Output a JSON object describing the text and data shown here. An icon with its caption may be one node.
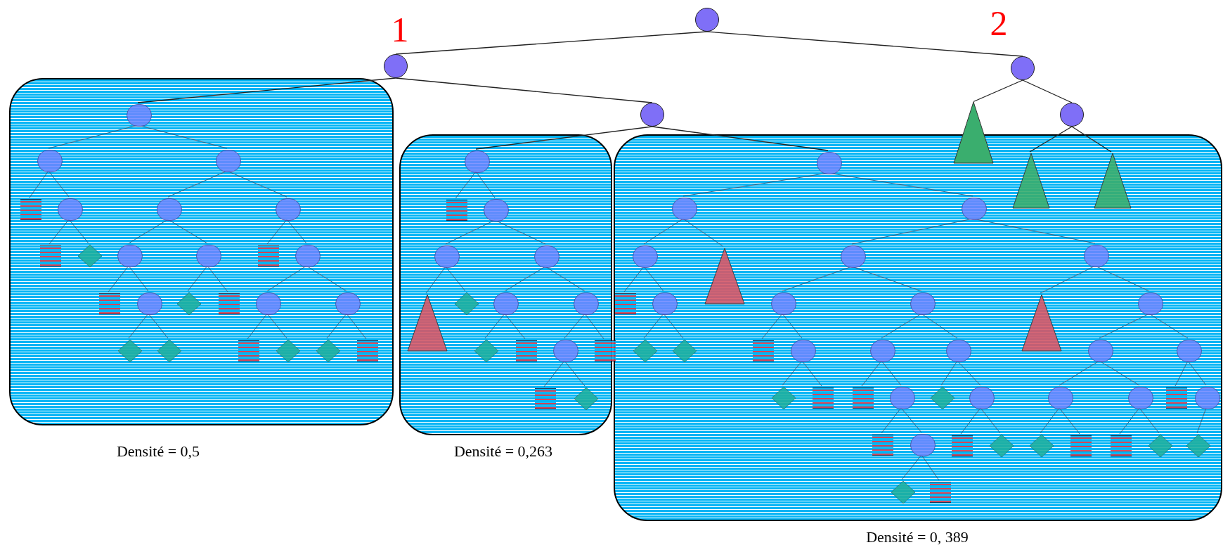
{
  "diagram": {
    "nodes": [
      {
        "text": [],
        "shape": "circle"
      },
      {
        "text": [],
        "shape": "circle"
      },
      {
        "text": [],
        "shape": "circle"
      },
      {
        "text": [],
        "shape": "box",
        "beside": [
          "Densité = 0,5"
        ]
      },
      {
        "text": [],
        "shape": "circle",
        "in": 3
      },
      {
        "text": [],
        "shape": "circle",
        "in": 3
      },
      {
        "text": [],
        "shape": "circle",
        "in": 3
      },
      {
        "text": [],
        "shape": "box",
        "in": 3
      },
      {
        "text": [],
        "shape": "circle",
        "in": 3
      },
      {
        "text": [],
        "shape": "circle",
        "in": 3
      },
      {
        "text": [],
        "shape": "circle",
        "in": 3
      },
      {
        "text": [],
        "shape": "box",
        "in": 3
      },
      {
        "text": [],
        "shape": "diamond",
        "in": 3
      },
      {
        "text": [],
        "shape": "circle",
        "in": 3
      },
      {
        "text": [],
        "shape": "circle",
        "in": 3
      },
      {
        "text": [],
        "shape": "box",
        "in": 3
      },
      {
        "text": [],
        "shape": "circle",
        "in": 3
      },
      {
        "text": [],
        "shape": "box",
        "in": 3
      },
      {
        "text": [],
        "shape": "circle",
        "in": 3
      },
      {
        "text": [],
        "shape": "diamond",
        "in": 3
      },
      {
        "text": [],
        "shape": "box",
        "in": 3
      },
      {
        "text": [],
        "shape": "circle",
        "in": 3
      },
      {
        "text": [],
        "shape": "circle",
        "in": 3
      },
      {
        "text": [],
        "shape": "diamond",
        "in": 3
      },
      {
        "text": [],
        "shape": "diamond",
        "in": 3
      },
      {
        "text": [],
        "shape": "box",
        "in": 3
      },
      {
        "text": [],
        "shape": "diamond",
        "in": 3
      },
      {
        "text": [],
        "shape": "diamond",
        "in": 3
      },
      {
        "text": [],
        "shape": "box",
        "in": 3
      },
      {
        "text": [],
        "shape": "circle"
      },
      {
        "text": [],
        "shape": "box",
        "beside": [
          "Densité = 0,263"
        ]
      },
      {
        "text": [],
        "shape": "circle",
        "in": 30
      },
      {
        "text": [],
        "shape": "box",
        "in": 30
      },
      {
        "text": [],
        "shape": "circle",
        "in": 30
      },
      {
        "text": [],
        "shape": "circle",
        "in": 30
      },
      {
        "text": [],
        "shape": "circle",
        "in": 30
      },
      {
        "text": [],
        "shape": "triangle",
        "in": 30
      },
      {
        "text": [],
        "shape": "diamond",
        "in": 30
      },
      {
        "text": [],
        "shape": "circle",
        "in": 30
      },
      {
        "text": [],
        "shape": "circle",
        "in": 30
      },
      {
        "text": [],
        "shape": "diamond",
        "in": 30
      },
      {
        "text": [],
        "shape": "box",
        "in": 30
      },
      {
        "text": [],
        "shape": "circle",
        "in": 30
      },
      {
        "text": [],
        "shape": "box",
        "in": 30
      },
      {
        "text": [],
        "shape": "box",
        "in": 30
      },
      {
        "text": [],
        "shape": "diamond",
        "in": 30
      },
      {
        "text": [],
        "shape": "box",
        "beside": [
          "Densité = 0, 389"
        ]
      },
      {
        "text": [],
        "shape": "circle",
        "in": 46
      },
      {
        "text": [],
        "shape": "circle",
        "in": 46
      },
      {
        "text": [],
        "shape": "circle",
        "in": 46
      },
      {
        "text": [],
        "shape": "circle",
        "in": 46
      },
      {
        "text": [],
        "shape": "triangle",
        "in": 46
      },
      {
        "text": [],
        "shape": "circle",
        "in": 46
      },
      {
        "text": [],
        "shape": "circle",
        "in": 46
      },
      {
        "text": [],
        "shape": "box",
        "in": 46
      },
      {
        "text": [],
        "shape": "circle",
        "in": 46
      },
      {
        "text": [],
        "shape": "circle",
        "in": 46
      },
      {
        "text": [],
        "shape": "circle",
        "in": 46
      },
      {
        "text": [],
        "shape": "triangle",
        "in": 46
      },
      {
        "text": [],
        "shape": "circle",
        "in": 46
      },
      {
        "text": [],
        "shape": "diamond",
        "in": 46
      },
      {
        "text": [],
        "shape": "diamond",
        "in": 46
      },
      {
        "text": [],
        "shape": "box",
        "in": 46
      },
      {
        "text": [],
        "shape": "circle",
        "in": 46
      },
      {
        "text": [],
        "shape": "circle",
        "in": 46
      },
      {
        "text": [],
        "shape": "circle",
        "in": 46
      },
      {
        "text": [],
        "shape": "circle",
        "in": 46
      },
      {
        "text": [],
        "shape": "circle",
        "in": 46
      },
      {
        "text": [],
        "shape": "diamond",
        "in": 46
      },
      {
        "text": [],
        "shape": "box",
        "in": 46
      },
      {
        "text": [],
        "shape": "box",
        "in": 46
      },
      {
        "text": [],
        "shape": "circle",
        "in": 46
      },
      {
        "text": [],
        "shape": "diamond",
        "in": 46
      },
      {
        "text": [],
        "shape": "circle",
        "in": 46
      },
      {
        "text": [],
        "shape": "circle",
        "in": 46
      },
      {
        "text": [],
        "shape": "circle",
        "in": 46
      },
      {
        "text": [],
        "shape": "box",
        "in": 46
      },
      {
        "text": [],
        "shape": "circle",
        "in": 46
      },
      {
        "text": [],
        "shape": "box",
        "in": 46
      },
      {
        "text": [],
        "shape": "circle",
        "in": 46
      },
      {
        "text": [],
        "shape": "box",
        "in": 46
      },
      {
        "text": [],
        "shape": "diamond",
        "in": 46
      },
      {
        "text": [],
        "shape": "diamond",
        "in": 46
      },
      {
        "text": [],
        "shape": "box",
        "in": 46
      },
      {
        "text": [],
        "shape": "box",
        "in": 46
      },
      {
        "text": [],
        "shape": "diamond",
        "in": 46
      },
      {
        "text": [],
        "shape": "diamond",
        "in": 46
      },
      {
        "text": [],
        "shape": "diamond",
        "in": 46
      },
      {
        "text": [],
        "shape": "box",
        "in": 46
      },
      {
        "text": [],
        "shape": "triangle"
      },
      {
        "text": [],
        "shape": "circle"
      },
      {
        "text": [],
        "shape": "triangle",
        "in": 46
      },
      {
        "text": [],
        "shape": "triangle",
        "in": 46
      }
    ],
    "edges": [
      {
        "from": 0,
        "to": 1,
        "arrow": "none"
      },
      {
        "from": 0,
        "to": 2,
        "arrow": "none"
      },
      {
        "from": 1,
        "to": 4,
        "arrow": "none"
      },
      {
        "from": 1,
        "to": 29,
        "arrow": "none"
      },
      {
        "from": 4,
        "to": 5,
        "arrow": "none"
      },
      {
        "from": 4,
        "to": 6,
        "arrow": "none"
      },
      {
        "from": 5,
        "to": 7,
        "arrow": "none"
      },
      {
        "from": 5,
        "to": 8,
        "arrow": "none"
      },
      {
        "from": 6,
        "to": 9,
        "arrow": "none"
      },
      {
        "from": 6,
        "to": 10,
        "arrow": "none"
      },
      {
        "from": 8,
        "to": 11,
        "arrow": "none"
      },
      {
        "from": 8,
        "to": 12,
        "arrow": "none"
      },
      {
        "from": 9,
        "to": 13,
        "arrow": "none"
      },
      {
        "from": 9,
        "to": 14,
        "arrow": "none"
      },
      {
        "from": 10,
        "to": 15,
        "arrow": "none"
      },
      {
        "from": 10,
        "to": 16,
        "arrow": "none"
      },
      {
        "from": 13,
        "to": 17,
        "arrow": "none"
      },
      {
        "from": 13,
        "to": 18,
        "arrow": "none"
      },
      {
        "from": 14,
        "to": 19,
        "arrow": "none"
      },
      {
        "from": 14,
        "to": 20,
        "arrow": "none"
      },
      {
        "from": 16,
        "to": 21,
        "arrow": "none"
      },
      {
        "from": 16,
        "to": 22,
        "arrow": "none"
      },
      {
        "from": 18,
        "to": 23,
        "arrow": "none"
      },
      {
        "from": 18,
        "to": 24,
        "arrow": "none"
      },
      {
        "from": 21,
        "to": 25,
        "arrow": "none"
      },
      {
        "from": 21,
        "to": 26,
        "arrow": "none"
      },
      {
        "from": 22,
        "to": 27,
        "arrow": "none"
      },
      {
        "from": 22,
        "to": 28,
        "arrow": "none"
      },
      {
        "from": 29,
        "to": 31,
        "arrow": "none"
      },
      {
        "from": 29,
        "to": 47,
        "arrow": "none"
      },
      {
        "from": 31,
        "to": 32,
        "arrow": "none"
      },
      {
        "from": 31,
        "to": 33,
        "arrow": "none"
      },
      {
        "from": 33,
        "to": 34,
        "arrow": "none"
      },
      {
        "from": 33,
        "to": 35,
        "arrow": "none"
      },
      {
        "from": 34,
        "to": 36,
        "arrow": "none"
      },
      {
        "from": 34,
        "to": 37,
        "arrow": "none"
      },
      {
        "from": 35,
        "to": 38,
        "arrow": "none"
      },
      {
        "from": 35,
        "to": 39,
        "arrow": "none"
      },
      {
        "from": 38,
        "to": 40,
        "arrow": "none"
      },
      {
        "from": 38,
        "to": 41,
        "arrow": "none"
      },
      {
        "from": 39,
        "to": 42,
        "arrow": "none"
      },
      {
        "from": 39,
        "to": 43,
        "arrow": "none"
      },
      {
        "from": 42,
        "to": 44,
        "arrow": "none"
      },
      {
        "from": 42,
        "to": 45,
        "arrow": "none"
      },
      {
        "from": 47,
        "to": 48,
        "arrow": "none"
      },
      {
        "from": 47,
        "to": 49,
        "arrow": "none"
      },
      {
        "from": 48,
        "to": 50,
        "arrow": "none"
      },
      {
        "from": 48,
        "to": 51,
        "arrow": "none"
      },
      {
        "from": 49,
        "to": 52,
        "arrow": "none"
      },
      {
        "from": 49,
        "to": 53,
        "arrow": "none"
      },
      {
        "from": 50,
        "to": 54,
        "arrow": "none"
      },
      {
        "from": 50,
        "to": 55,
        "arrow": "none"
      },
      {
        "from": 55,
        "to": 60,
        "arrow": "none"
      },
      {
        "from": 55,
        "to": 61,
        "arrow": "none"
      },
      {
        "from": 52,
        "to": 56,
        "arrow": "none"
      },
      {
        "from": 52,
        "to": 57,
        "arrow": "none"
      },
      {
        "from": 53,
        "to": 58,
        "arrow": "none"
      },
      {
        "from": 53,
        "to": 59,
        "arrow": "none"
      },
      {
        "from": 56,
        "to": 62,
        "arrow": "none"
      },
      {
        "from": 56,
        "to": 63,
        "arrow": "none"
      },
      {
        "from": 57,
        "to": 64,
        "arrow": "none"
      },
      {
        "from": 57,
        "to": 65,
        "arrow": "none"
      },
      {
        "from": 59,
        "to": 66,
        "arrow": "none"
      },
      {
        "from": 59,
        "to": 67,
        "arrow": "none"
      },
      {
        "from": 63,
        "to": 68,
        "arrow": "none"
      },
      {
        "from": 63,
        "to": 69,
        "arrow": "none"
      },
      {
        "from": 64,
        "to": 70,
        "arrow": "none"
      },
      {
        "from": 64,
        "to": 71,
        "arrow": "none"
      },
      {
        "from": 65,
        "to": 72,
        "arrow": "none"
      },
      {
        "from": 65,
        "to": 73,
        "arrow": "none"
      },
      {
        "from": 66,
        "to": 74,
        "arrow": "none"
      },
      {
        "from": 66,
        "to": 75,
        "arrow": "none"
      },
      {
        "from": 67,
        "to": 76,
        "arrow": "none"
      },
      {
        "from": 67,
        "to": 77,
        "arrow": "none"
      },
      {
        "from": 71,
        "to": 78,
        "arrow": "none"
      },
      {
        "from": 71,
        "to": 79,
        "arrow": "none"
      },
      {
        "from": 73,
        "to": 80,
        "arrow": "none"
      },
      {
        "from": 73,
        "to": 81,
        "arrow": "none"
      },
      {
        "from": 74,
        "to": 82,
        "arrow": "none"
      },
      {
        "from": 74,
        "to": 83,
        "arrow": "none"
      },
      {
        "from": 75,
        "to": 84,
        "arrow": "none"
      },
      {
        "from": 75,
        "to": 85,
        "arrow": "none"
      },
      {
        "from": 77,
        "to": 86,
        "arrow": "none"
      },
      {
        "from": 79,
        "to": 87,
        "arrow": "none"
      },
      {
        "from": 79,
        "to": 88,
        "arrow": "none"
      },
      {
        "from": 2,
        "to": 89,
        "arrow": "none"
      },
      {
        "from": 2,
        "to": 90,
        "arrow": "none"
      },
      {
        "from": 90,
        "to": 91,
        "arrow": "none"
      },
      {
        "from": 90,
        "to": 92,
        "arrow": "none"
      }
    ],
    "labels": [
      "1",
      "2"
    ]
  }
}
